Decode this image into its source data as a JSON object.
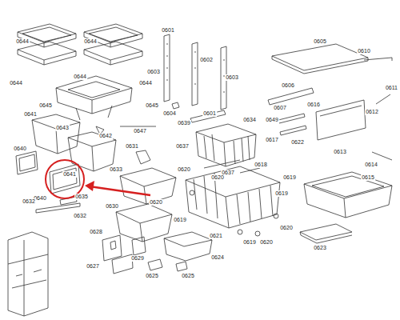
{
  "diagram": {
    "labels": [
      "0644",
      "0644",
      "0644",
      "0644",
      "0644",
      "0601",
      "0603",
      "0602",
      "0603",
      "0604",
      "0601",
      "0605",
      "0610",
      "0611",
      "0606",
      "0607",
      "0616",
      "0612",
      "0649",
      "0617",
      "0622",
      "0613",
      "0614",
      "0615",
      "0623",
      "0639",
      "0634",
      "0637",
      "0637",
      "0618",
      "0641",
      "0643",
      "0642",
      "0647",
      "0645",
      "0645",
      "0641",
      "0640",
      "0640",
      "0631",
      "0633",
      "0635",
      "0632",
      "0632",
      "0620",
      "0620",
      "0620",
      "0619",
      "0619",
      "0619",
      "0620",
      "0621",
      "0619",
      "0620",
      "0630",
      "0628",
      "0629",
      "0627",
      "0625",
      "0625",
      "0624"
    ]
  }
}
